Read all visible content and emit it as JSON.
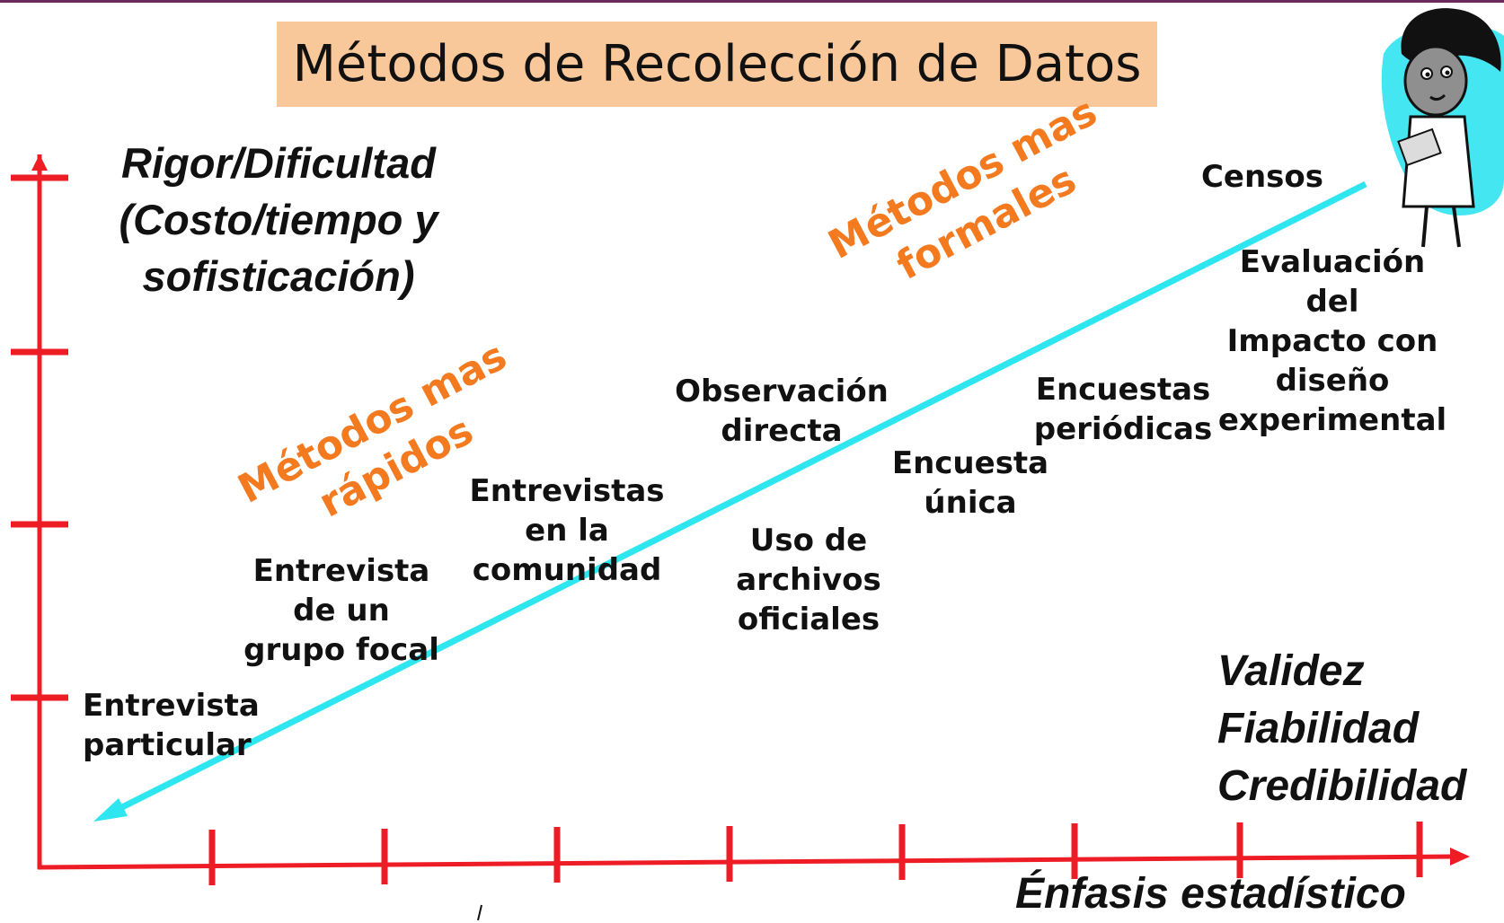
{
  "title": "Métodos de Recolección de Datos",
  "y_axis_label": "Rigor/Dificultad\n(Costo/tiempo y\nsofisticación)",
  "x_axis_label": "Énfasis estadístico",
  "rapid_methods_label": "Métodos mas\nrápidos",
  "formal_methods_label": "Métodos mas\nformales",
  "qualities": [
    "Validez",
    "Fiabilidad",
    "Credibilidad"
  ],
  "methods": [
    {
      "id": "entrevista-particular",
      "text": "Entrevista\nparticular"
    },
    {
      "id": "grupo-focal",
      "text": "Entrevista\nde un\ngrupo focal"
    },
    {
      "id": "entrevistas-comunidad",
      "text": "Entrevistas\nen la\ncomunidad"
    },
    {
      "id": "observacion-directa",
      "text": "Observación\ndirecta"
    },
    {
      "id": "archivos-oficiales",
      "text": "Uso de\narchivos\noficiales"
    },
    {
      "id": "encuesta-unica",
      "text": "Encuesta\núnica"
    },
    {
      "id": "encuestas-periodicas",
      "text": "Encuestas\nperiódicas"
    },
    {
      "id": "evaluacion-impacto",
      "text": "Evaluación del\nImpacto con\ndiseño\nexperimental"
    },
    {
      "id": "censos",
      "text": "Censos"
    }
  ],
  "colors": {
    "axis": "#ee1c25",
    "arrow": "#2ee6f0",
    "title_bg": "#f9c89a",
    "orange_text": "#f47a20",
    "figure_bg": "#44e6f2"
  },
  "icons": [
    "researcher-with-clipboard-illustration"
  ]
}
